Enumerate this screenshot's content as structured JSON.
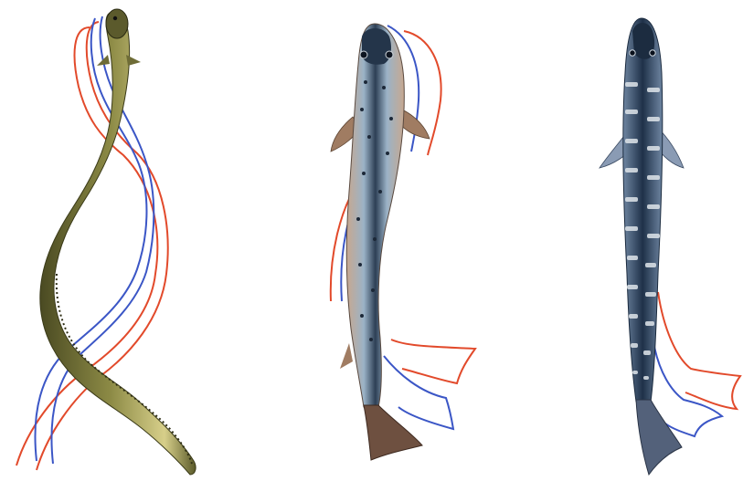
{
  "illustration": {
    "subjects": [
      {
        "id": "eel",
        "icon": "eel-illustration"
      },
      {
        "id": "trout",
        "icon": "trout-illustration"
      },
      {
        "id": "loach",
        "icon": "loach-illustration"
      }
    ],
    "colors": {
      "background": "#ffffff",
      "eel_body": "#7a7a3a",
      "eel_belly": "#cfc67a",
      "trout_body": "#9fb4c5",
      "trout_fins": "#8a6b58",
      "loach_body": "#2f4a68",
      "loach_bands": "#d9e0e6",
      "outline_red": "#e24a2b",
      "outline_blue": "#3b56c6"
    }
  }
}
